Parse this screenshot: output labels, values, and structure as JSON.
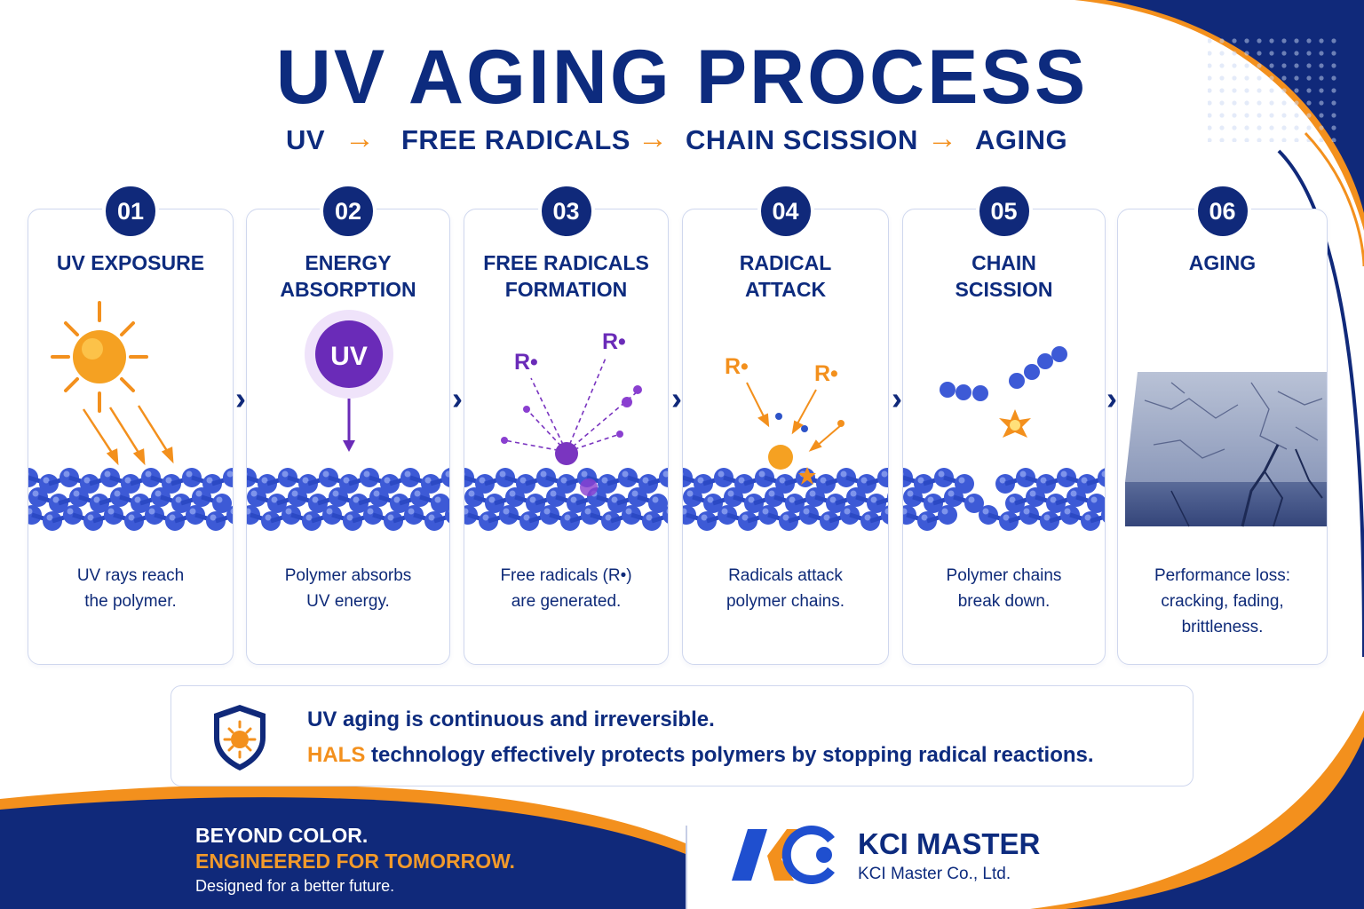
{
  "title": "UV AGING PROCESS",
  "flow": [
    "UV",
    "FREE RADICALS",
    "CHAIN SCISSION",
    "AGING"
  ],
  "flow_arrow": "→",
  "steps": [
    {
      "num": "01",
      "title": [
        "UV EXPOSURE"
      ],
      "desc": [
        "UV rays reach",
        "the polymer."
      ]
    },
    {
      "num": "02",
      "title": [
        "ENERGY",
        "ABSORPTION"
      ],
      "desc": [
        "Polymer absorbs",
        "UV energy."
      ]
    },
    {
      "num": "03",
      "title": [
        "FREE RADICALS",
        "FORMATION"
      ],
      "desc": [
        "Free radicals (R•)",
        "are generated."
      ]
    },
    {
      "num": "04",
      "title": [
        "RADICAL",
        "ATTACK"
      ],
      "desc": [
        "Radicals attack",
        "polymer chains."
      ]
    },
    {
      "num": "05",
      "title": [
        "CHAIN",
        "SCISSION"
      ],
      "desc": [
        "Polymer chains",
        "break down."
      ]
    },
    {
      "num": "06",
      "title": [
        "AGING"
      ],
      "desc": [
        "Performance loss:",
        "cracking, fading,",
        "brittleness."
      ]
    }
  ],
  "uv_badge": "UV",
  "radical_label": "R•",
  "chevron": "›",
  "note": {
    "line1": "UV aging is continuous and irreversible.",
    "hals": "HALS",
    "line2_rest": " technology effectively protects polymers by stopping radical reactions."
  },
  "footer": {
    "tag1": "BEYOND COLOR.",
    "tag2": "ENGINEERED FOR TOMORROW.",
    "tag3": "Designed for a better future.",
    "brand": "KCI MASTER",
    "brand_sub": "KCI Master Co., Ltd."
  },
  "colors": {
    "navy": "#10297a",
    "orange": "#f3901d",
    "bead_blue": "#3d5ad6",
    "purple": "#7a35c0"
  }
}
